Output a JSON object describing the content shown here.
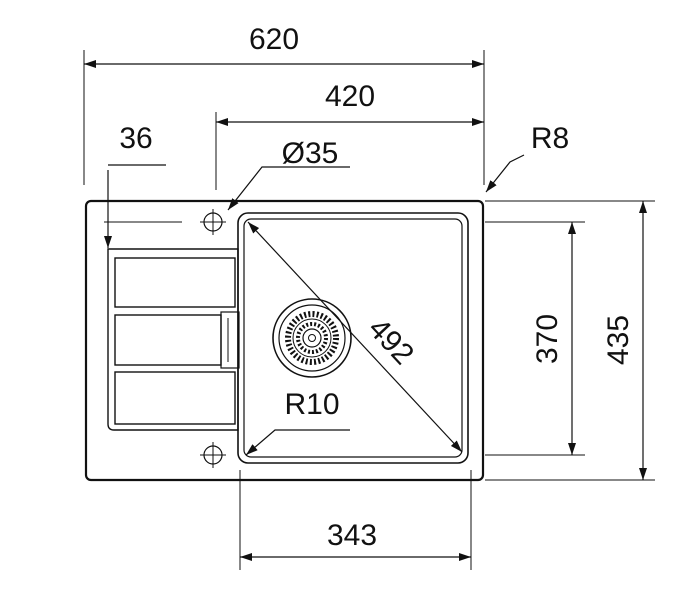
{
  "drawing": {
    "line_color": "#111111",
    "background": "#ffffff",
    "dimensions": {
      "overall_width": "620",
      "bowl_width": "420",
      "drainer_offset": "36",
      "tap_hole": "Ø35",
      "corner_radius": "R8",
      "inner_height": "370",
      "overall_height": "435",
      "diagonal": "492",
      "inner_radius": "R10",
      "bottom_width": "343"
    }
  }
}
